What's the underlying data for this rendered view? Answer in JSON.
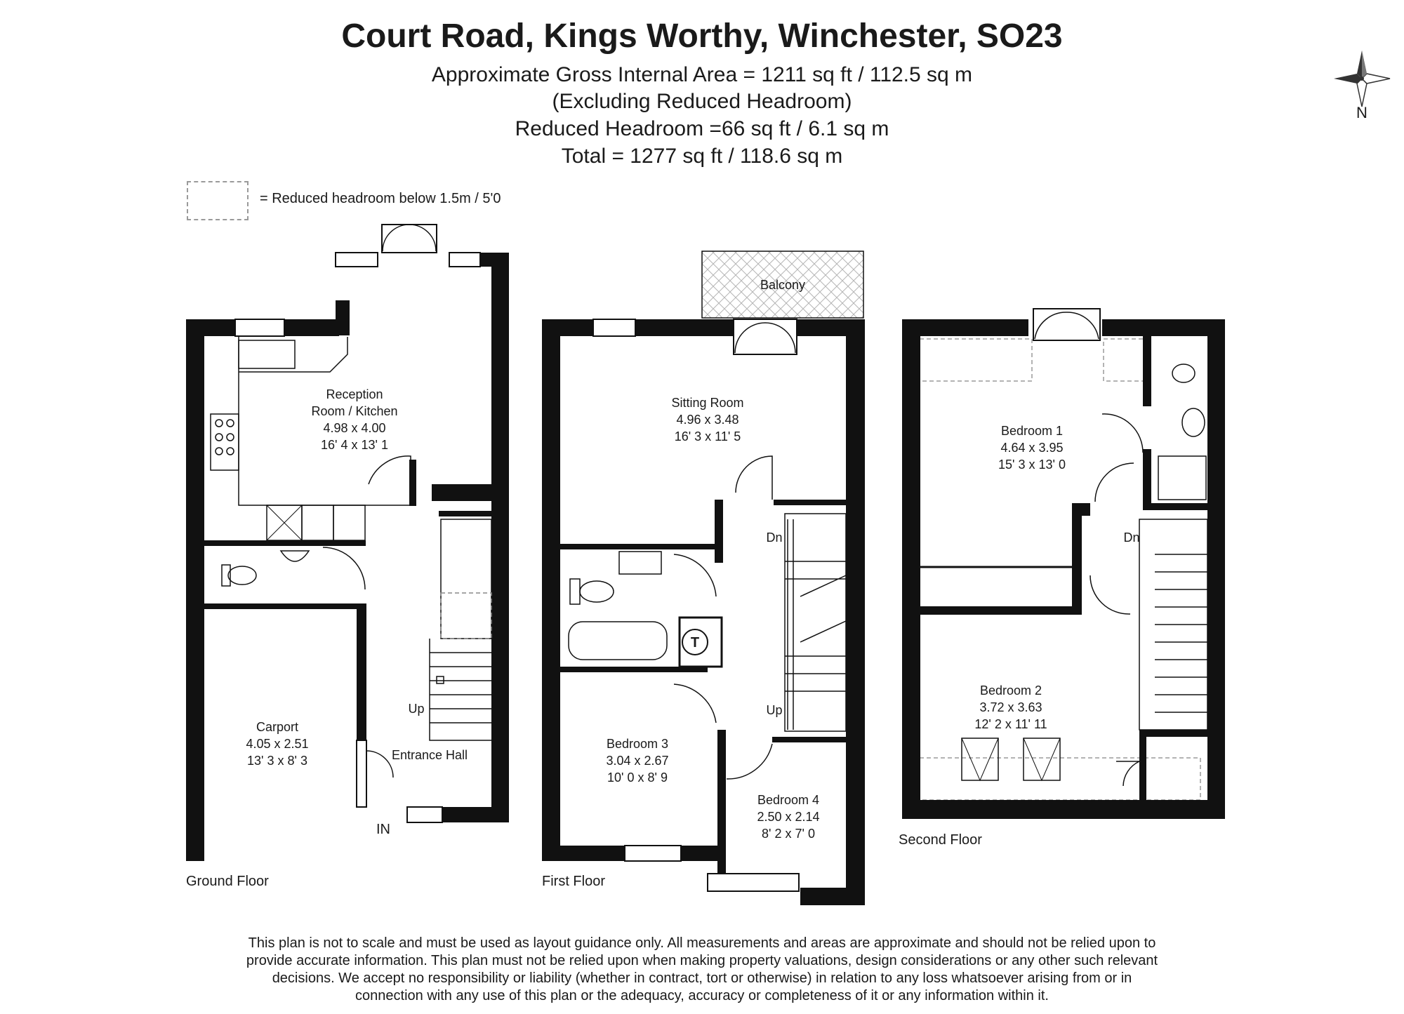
{
  "header": {
    "title": "Court Road, Kings Worthy, Winchester, SO23",
    "line1": "Approximate Gross Internal Area = 1211 sq ft / 112.5 sq m",
    "line2": "(Excluding Reduced Headroom)",
    "line3": "Reduced Headroom =66 sq ft / 6.1 sq m",
    "line4": "Total = 1277 sq ft / 118.6 sq m"
  },
  "legend": {
    "text": "= Reduced headroom below 1.5m / 5'0"
  },
  "compass": {
    "label": "N",
    "icon": "compass-rose-icon"
  },
  "floors": {
    "ground": "Ground Floor",
    "first": "First Floor",
    "second": "Second Floor"
  },
  "rooms": {
    "reception": {
      "name1": "Reception",
      "name2": "Room / Kitchen",
      "metric": "4.98 x 4.00",
      "imperial": "16' 4 x 13' 1"
    },
    "carport": {
      "name": "Carport",
      "metric": "4.05 x 2.51",
      "imperial": "13' 3 x 8' 3"
    },
    "entrance_hall": {
      "name": "Entrance Hall"
    },
    "sitting_room": {
      "name": "Sitting Room",
      "metric": "4.96 x 3.48",
      "imperial": "16' 3 x 11' 5"
    },
    "balcony": {
      "name": "Balcony"
    },
    "bedroom3": {
      "name": "Bedroom 3",
      "metric": "3.04 x 2.67",
      "imperial": "10' 0 x 8' 9"
    },
    "bedroom4": {
      "name": "Bedroom 4",
      "metric": "2.50 x 2.14",
      "imperial": "8' 2 x 7' 0"
    },
    "bedroom1": {
      "name": "Bedroom 1",
      "metric": "4.64 x 3.95",
      "imperial": "15' 3 x 13' 0"
    },
    "bedroom2": {
      "name": "Bedroom 2",
      "metric": "3.72 x 3.63",
      "imperial": "12' 2 x 11' 11"
    }
  },
  "labels": {
    "up": "Up",
    "dn": "Dn",
    "in": "IN",
    "tank": "T"
  },
  "disclaimer": {
    "line1": "This plan is not to scale and must be used as layout guidance only. All measurements and areas are approximate and should not be relied upon to",
    "line2": "provide accurate information. This plan must not be relied upon when making property valuations, design considerations or any other such relevant",
    "line3": "decisions. We accept no responsibility or liability (whether in contract, tort or otherwise) in relation to any loss whatsoever arising from or in",
    "line4": "connection with any use of this plan or the adequacy, accuracy or completeness of it or any information within it."
  }
}
